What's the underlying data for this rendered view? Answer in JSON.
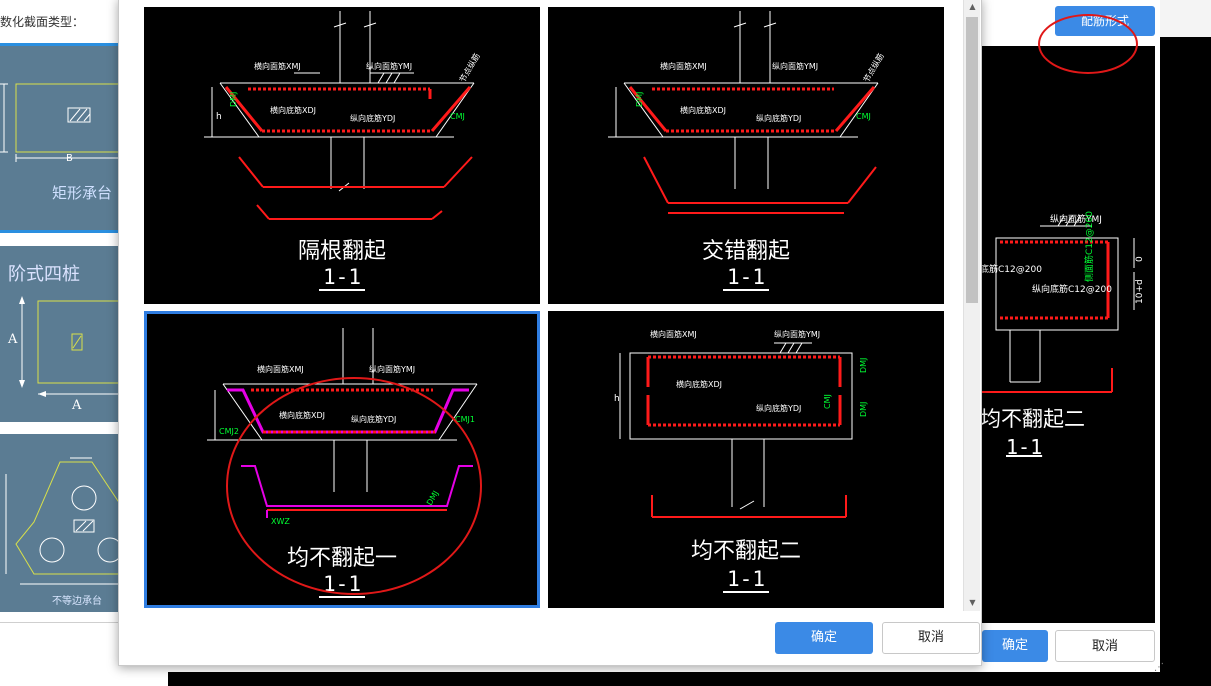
{
  "left_panel": {
    "header": "数化截面类型：",
    "thumb1": {
      "b_label": "B",
      "caption": "矩形承台"
    },
    "thumb2": {
      "title": "阶式四桩",
      "a_label": "A"
    },
    "thumb3": {
      "caption": "不等边承台"
    }
  },
  "background_dialog": {
    "rebar_form_button": "配筋形式",
    "ok_label": "确定",
    "cancel_label": "取消",
    "canvas_labels": {
      "top_rebar": "纵向面筋YMJ",
      "bottom_rebar_a": "底筋C12@200",
      "bottom_rebar_b": "纵向底筋C12@200",
      "side_rebar": "侧面筋C12@200",
      "dim_a": "0",
      "dim_b": "10+d",
      "caption": "均不翻起二",
      "section": "1-1"
    }
  },
  "popup": {
    "cells": [
      {
        "title": "隔根翻起",
        "section": "1-1"
      },
      {
        "title": "交错翻起",
        "section": "1-1"
      },
      {
        "title": "均不翻起一",
        "section": "1-1"
      },
      {
        "title": "均不翻起二",
        "section": "1-1"
      }
    ],
    "drawing_labels": {
      "horiz_top": "横向面筋XMJ",
      "long_top": "纵向面筋YMJ",
      "horiz_bottom": "横向底筋XDJ",
      "long_bottom": "纵向底筋YDJ",
      "cmj": "CMJ",
      "cmj1": "CMJ1",
      "cmj2": "CMJ2",
      "dmj": "DMJ",
      "xwz": "XWZ",
      "h": "h",
      "edge_rebar": "节点纵筋"
    },
    "ok_label": "确定",
    "cancel_label": "取消"
  },
  "colors": {
    "accent_blue": "#3b8ae6",
    "annotation_red": "#e01818",
    "drawing_red": "#ff1a1a",
    "drawing_green": "#00ff33",
    "drawing_magenta": "#e600e6"
  }
}
